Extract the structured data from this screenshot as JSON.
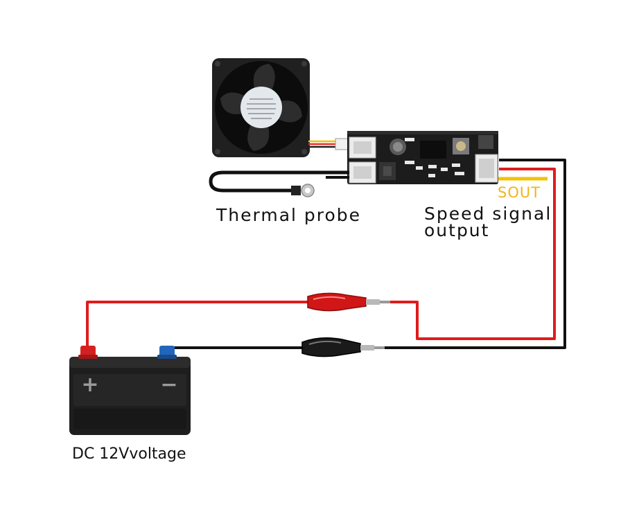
{
  "labels": {
    "thermal_probe": "Thermal probe",
    "speed_signal_line1": "Speed signal",
    "speed_signal_line2": "output",
    "sout": "SOUT",
    "dc_voltage": "DC 12Vvoltage",
    "battery_plus": "+",
    "battery_minus": "−"
  },
  "colors": {
    "red_wire": "#e01b1b",
    "black_wire": "#111111",
    "sout_wire": "#f2c200",
    "board": "#1c1c1c",
    "battery_body": "#1e1e1e",
    "positive_terminal": "#d42020",
    "negative_terminal": "#2266bb"
  }
}
